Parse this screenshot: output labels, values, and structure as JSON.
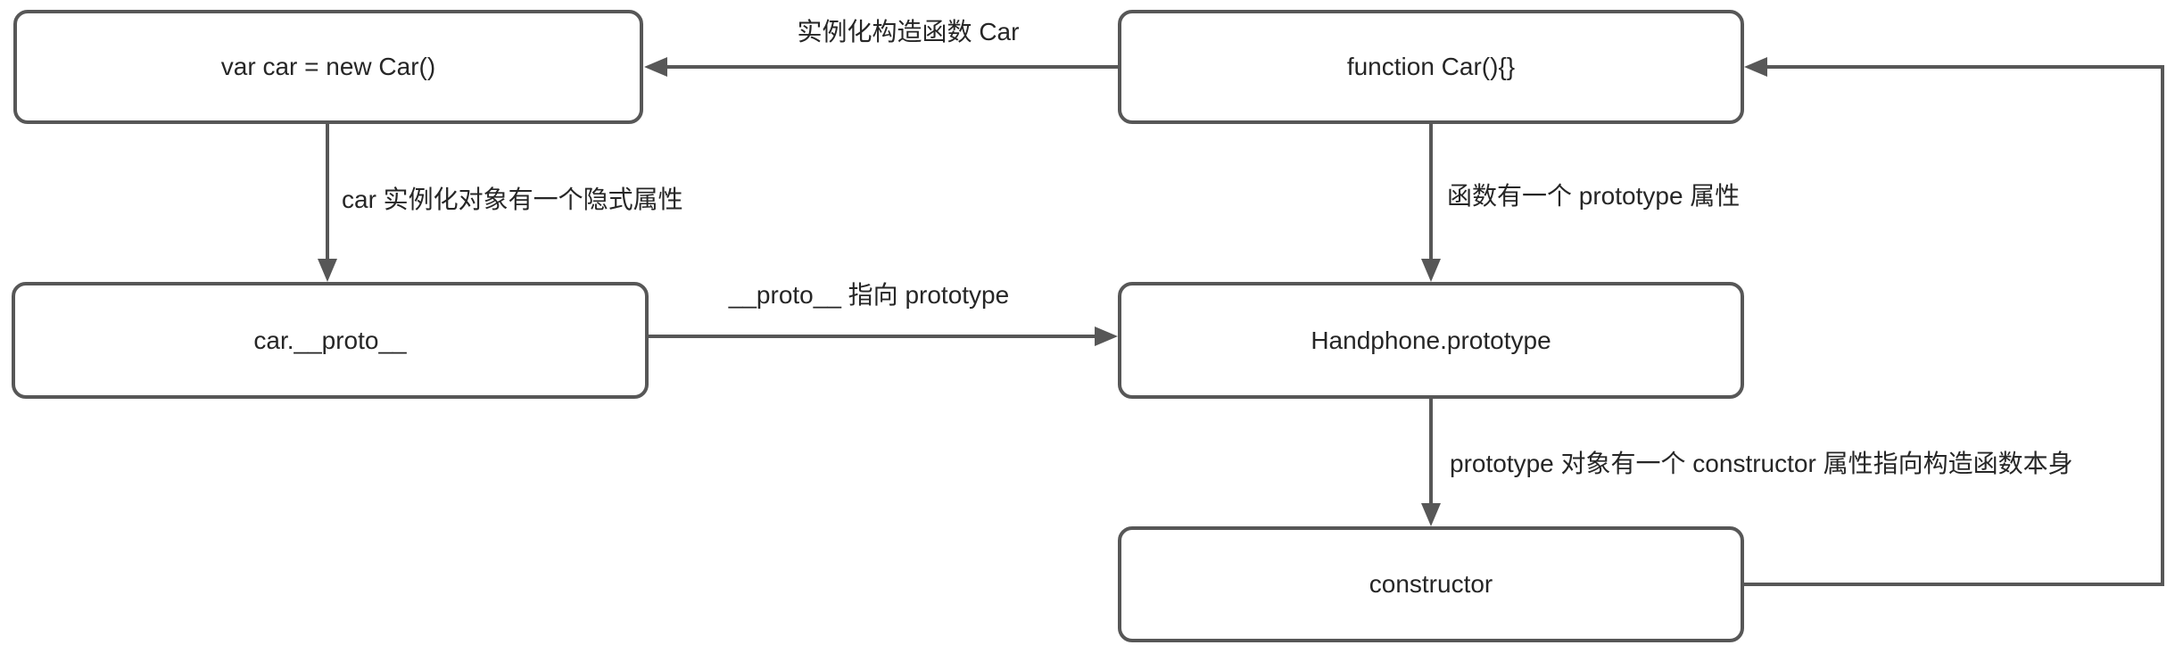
{
  "diagram": {
    "background_color": "#ffffff",
    "stroke_color": "#575757",
    "text_color": "#262626",
    "nodes": [
      {
        "id": "var-car",
        "label": "var car = new Car()"
      },
      {
        "id": "function-car",
        "label": "function Car(){}"
      },
      {
        "id": "car-proto",
        "label": "car.__proto__"
      },
      {
        "id": "handphone-prototype",
        "label": "Handphone.prototype"
      },
      {
        "id": "constructor",
        "label": "constructor"
      }
    ],
    "edges": [
      {
        "id": "instantiate",
        "from": "function-car",
        "to": "var-car",
        "label": "实例化构造函数 Car"
      },
      {
        "id": "implicit-property",
        "from": "var-car",
        "to": "car-proto",
        "label": "car 实例化对象有一个隐式属性"
      },
      {
        "id": "prototype-property",
        "from": "function-car",
        "to": "handphone-prototype",
        "label": "函数有一个 prototype 属性"
      },
      {
        "id": "proto-points-to-prototype",
        "from": "car-proto",
        "to": "handphone-prototype",
        "label": "__proto__ 指向 prototype"
      },
      {
        "id": "constructor-property",
        "from": "handphone-prototype",
        "to": "constructor",
        "label": "prototype 对象有一个 constructor 属性指向构造函数本身"
      },
      {
        "id": "constructor-loop",
        "from": "constructor",
        "to": "function-car",
        "label": ""
      }
    ]
  }
}
